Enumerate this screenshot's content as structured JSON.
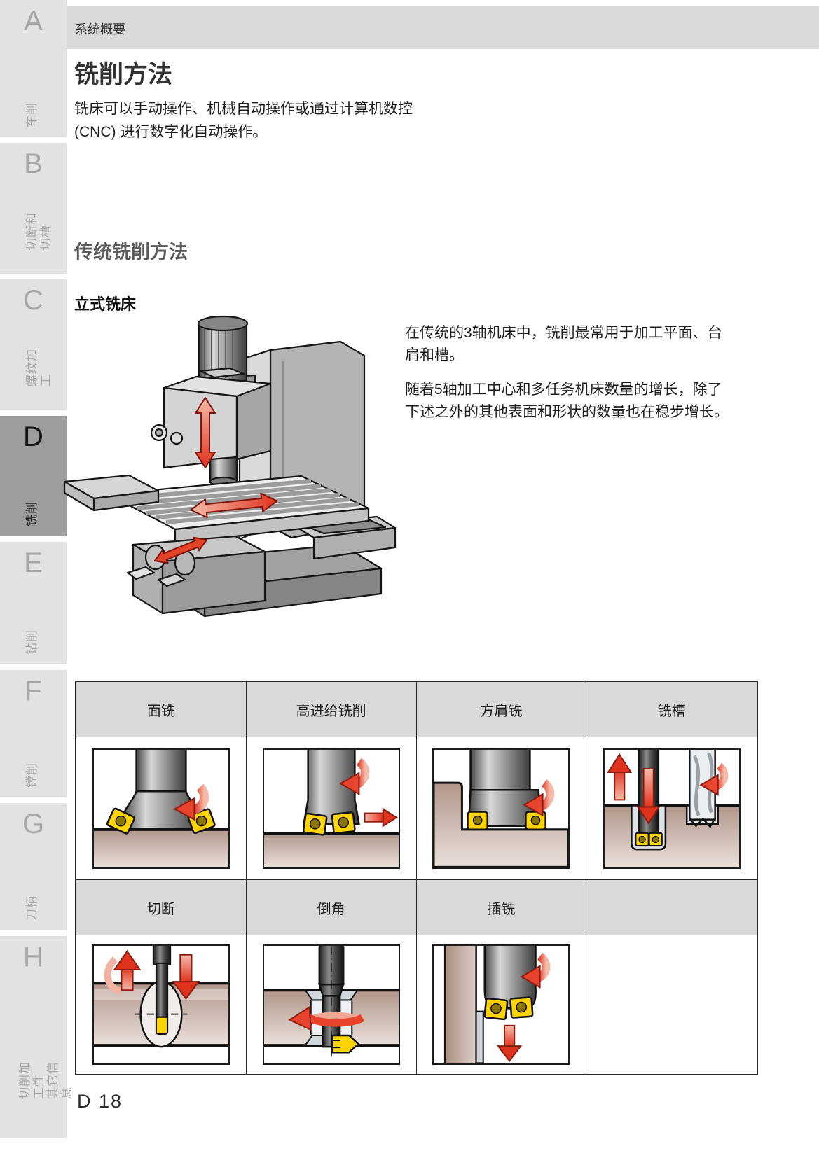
{
  "page": {
    "number": "D 18"
  },
  "header": {
    "breadcrumb": "系统概要"
  },
  "sidebar": {
    "items": [
      {
        "letter": "A",
        "label": "车削",
        "active": false
      },
      {
        "letter": "B",
        "label": "切断和切槽",
        "active": false
      },
      {
        "letter": "C",
        "label": "螺纹加工",
        "active": false
      },
      {
        "letter": "D",
        "label": "铣削",
        "active": true
      },
      {
        "letter": "E",
        "label": "钻削",
        "active": false
      },
      {
        "letter": "F",
        "label": "镗削",
        "active": false
      },
      {
        "letter": "G",
        "label": "刀柄",
        "active": false
      },
      {
        "letter": "H",
        "label": "切削加工性\n其它信息",
        "active": false
      }
    ]
  },
  "content": {
    "title": "铣削方法",
    "intro": "铣床可以手动操作、机械自动操作或通过计算机数控\n(CNC) 进行数字化自动操作。",
    "section_heading": "传统铣削方法",
    "sub_heading": "立式铣床",
    "paragraph1": "在传统的3轴机床中，铣削最常用于加工平面、台肩和槽。",
    "paragraph2": "随着5轴加工中心和多任务机床数量的增长，除了下述之外的其他表面和形状的数量也在稳步增长。"
  },
  "methods_table": {
    "row1_headers": [
      "面铣",
      "高进给铣削",
      "方肩铣",
      "铣槽"
    ],
    "row2_headers": [
      "切断",
      "倒角",
      "插铣",
      ""
    ]
  },
  "colors": {
    "accent_red": "#e23a28",
    "insert_yellow": "#ffd400",
    "tab_active_bg": "#9d9d9b",
    "tab_inactive_bg": "#e2e2e2",
    "header_bar_bg": "#d9d9d9",
    "workpiece_tan": "#c3a99b"
  }
}
